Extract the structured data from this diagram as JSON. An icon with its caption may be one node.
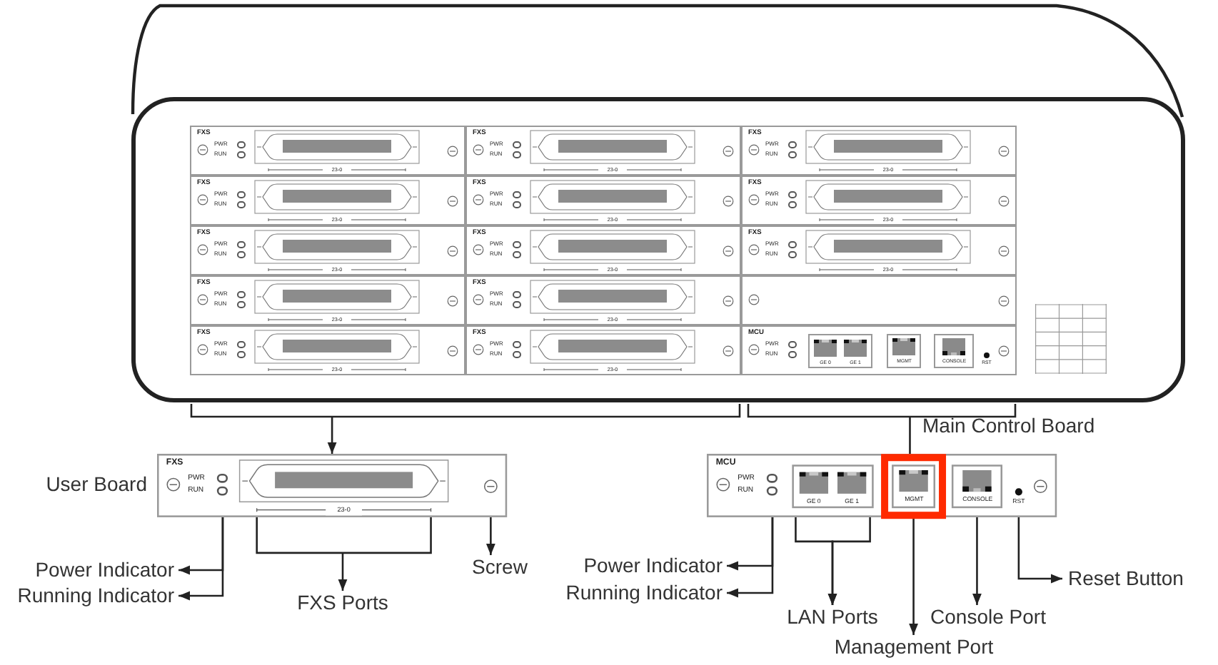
{
  "diagram": {
    "nodes": [
      {
        "text": [],
        "shape": "box"
      },
      {
        "text": [
          "FXS",
          "PWR",
          "RUN",
          "23-0"
        ],
        "in": 0
      },
      {
        "text": [
          "FXS",
          "PWR",
          "RUN",
          "23-0"
        ],
        "in": 0
      },
      {
        "text": [
          "FXS",
          "PWR",
          "RUN",
          "23-0"
        ],
        "in": 0
      },
      {
        "text": [
          "FXS",
          "PWR",
          "RUN",
          "23-0"
        ],
        "in": 0
      },
      {
        "text": [
          "FXS",
          "PWR",
          "RUN",
          "23-0"
        ],
        "in": 0
      },
      {
        "text": [
          "FXS",
          "PWR",
          "RUN",
          "23-0"
        ],
        "in": 0
      },
      {
        "text": [
          "FXS",
          "PWR",
          "RUN",
          "23-0"
        ],
        "in": 0
      },
      {
        "text": [
          "FXS",
          "PWR",
          "RUN",
          "23-0"
        ],
        "in": 0
      },
      {
        "text": [
          "FXS",
          "PWR",
          "RUN",
          "23-0"
        ],
        "in": 0
      },
      {
        "text": [
          "FXS",
          "PWR",
          "RUN",
          "23-0"
        ],
        "in": 0
      },
      {
        "text": [
          "FXS",
          "PWR",
          "RUN",
          "23-0"
        ],
        "in": 0
      },
      {
        "text": [],
        "shape": "box",
        "in": 0
      },
      {
        "text": [
          "FXS",
          "PWR",
          "RUN",
          "23-0"
        ],
        "in": 0
      },
      {
        "text": [
          "FXS",
          "PWR",
          "RUN",
          "23-0"
        ],
        "in": 0
      },
      {
        "text": [
          "MCU",
          "PWR",
          "RUN",
          "GE 0",
          "GE 1",
          "MGMT",
          "CONSOLE",
          "RST"
        ],
        "in": 0
      },
      {
        "text": [
          "FXS"
        ],
        "beside": [
          "User Board"
        ]
      },
      {
        "text": [
          "PWR"
        ],
        "in": 16
      },
      {
        "text": [
          "RUN"
        ],
        "in": 16
      },
      {
        "text": [
          "23-0"
        ],
        "in": 16
      },
      {
        "text": [],
        "shape": "circle",
        "in": 16
      },
      {
        "text": [
          "Power Indicator"
        ]
      },
      {
        "text": [
          "Running Indicator"
        ]
      },
      {
        "text": [
          "FXS Ports"
        ]
      },
      {
        "text": [
          "Screw"
        ]
      },
      {
        "text": [
          "MCU"
        ],
        "beside": [
          "Main Control Board"
        ]
      },
      {
        "text": [
          "PWR"
        ],
        "in": 25
      },
      {
        "text": [
          "RUN"
        ],
        "in": 25
      },
      {
        "text": [
          "GE 0"
        ],
        "in": 25
      },
      {
        "text": [
          "GE 1"
        ],
        "in": 25
      },
      {
        "text": [
          "MGMT"
        ],
        "in": 25
      },
      {
        "text": [
          "CONSOLE"
        ],
        "in": 25
      },
      {
        "text": [
          "RST"
        ],
        "in": 25
      },
      {
        "text": [
          "Power Indicator"
        ]
      },
      {
        "text": [
          "Running Indicator"
        ]
      },
      {
        "text": [
          "LAN Ports"
        ]
      },
      {
        "text": [
          "Management Port"
        ]
      },
      {
        "text": [
          "Console Port"
        ]
      },
      {
        "text": [
          "Reset Button"
        ]
      }
    ],
    "edges": [
      {
        "from": 0,
        "to": 16,
        "arrow": "to"
      },
      {
        "from": 0,
        "to": 25,
        "arrow": "none"
      },
      {
        "from": 17,
        "to": 21,
        "arrow": "to"
      },
      {
        "from": 18,
        "to": 22,
        "arrow": "to"
      },
      {
        "from": 19,
        "to": 23,
        "arrow": "to"
      },
      {
        "from": 20,
        "to": 24,
        "arrow": "to"
      },
      {
        "from": 26,
        "to": 33,
        "arrow": "to"
      },
      {
        "from": 27,
        "to": 34,
        "arrow": "to"
      },
      {
        "from": 28,
        "to": 35,
        "arrow": "to"
      },
      {
        "from": 29,
        "to": 35,
        "arrow": "to"
      },
      {
        "from": 30,
        "to": 36,
        "arrow": "to"
      },
      {
        "from": 31,
        "to": 37,
        "arrow": "to"
      },
      {
        "from": 32,
        "to": 38,
        "arrow": "to"
      }
    ]
  }
}
